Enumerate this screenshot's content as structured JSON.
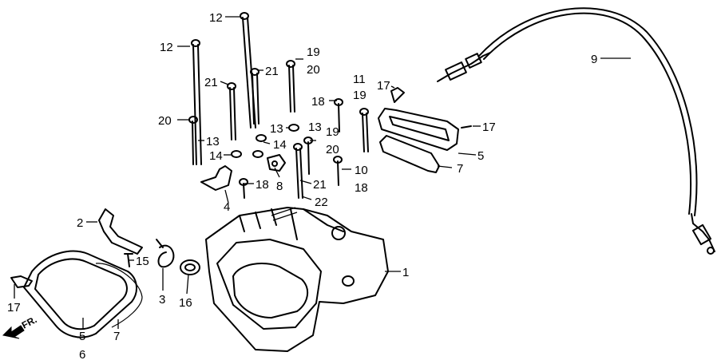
{
  "diagram": {
    "callouts": {
      "c1": "1",
      "c2": "2",
      "c3": "3",
      "c4": "4",
      "c5a": "5",
      "c5b": "5",
      "c6": "6",
      "c7a": "7",
      "c7b": "7",
      "c8": "8",
      "c9": "9",
      "c10": "10",
      "c11": "11",
      "c12a": "12",
      "c12b": "12",
      "c13a": "13",
      "c13b": "13",
      "c13c": "13",
      "c14a": "14",
      "c14b": "14",
      "c15": "15",
      "c16": "16",
      "c17a": "17",
      "c17b": "17",
      "c17c": "17",
      "c18a": "18",
      "c18b": "18",
      "c18c": "18",
      "c19a": "19",
      "c19b": "19",
      "c19c": "19",
      "c20a": "20",
      "c20b": "20",
      "c20c": "20",
      "c21a": "21",
      "c21b": "21",
      "c21c": "21",
      "c22": "22"
    },
    "direction_label": "FR."
  }
}
